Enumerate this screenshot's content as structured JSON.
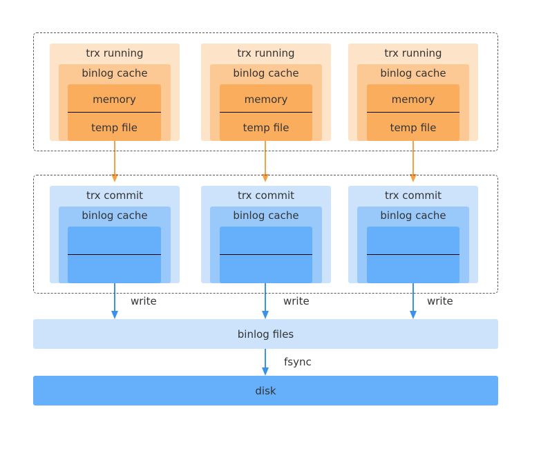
{
  "colors": {
    "running_outer": "#fde3c8",
    "running_mid": "#fcc894",
    "running_inner": "#fbad5e",
    "running_arrow": "#f5a044",
    "commit_outer": "#cce3fb",
    "commit_mid": "#99c9fb",
    "commit_inner": "#66b0fb",
    "commit_arrow": "#3a91e8"
  },
  "running": [
    {
      "title": "trx running",
      "cache": "binlog cache",
      "memory": "memory",
      "temp": "temp file"
    },
    {
      "title": "trx running",
      "cache": "binlog cache",
      "memory": "memory",
      "temp": "temp file"
    },
    {
      "title": "trx running",
      "cache": "binlog cache",
      "memory": "memory",
      "temp": "temp file"
    }
  ],
  "commit": [
    {
      "title": "trx commit",
      "cache": "binlog cache"
    },
    {
      "title": "trx commit",
      "cache": "binlog cache"
    },
    {
      "title": "trx commit",
      "cache": "binlog cache"
    }
  ],
  "edges": {
    "write": [
      "write",
      "write",
      "write"
    ],
    "fsync": "fsync"
  },
  "binlog_files": "binlog files",
  "disk": "disk"
}
